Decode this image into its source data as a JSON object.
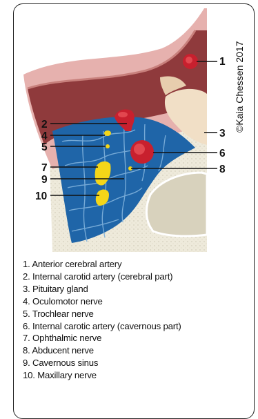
{
  "copyright": "©Kaia Chessen 2017",
  "callouts": [
    "1",
    "2",
    "3",
    "4",
    "5",
    "6",
    "7",
    "8",
    "9",
    "10"
  ],
  "legend": [
    "1. Anterior cerebral artery",
    "2. Internal carotid artery (cerebral part)",
    "3. Pituitary gland",
    "4. Oculomotor nerve",
    "5. Trochlear nerve",
    "6. Internal carotic artery (cavernous part)",
    "7. Ophthalmic nerve",
    "8. Abducent nerve",
    "9. Cavernous sinus",
    "10. Maxillary nerve"
  ],
  "colors": {
    "artery": "#c8202e",
    "nerve": "#f5d618",
    "sinus": "#1f65a8",
    "brain": "#8f3a3c",
    "meninges": "#e6b1ae",
    "bone": "#eeeadb",
    "pituitary": "#f1dfc6"
  }
}
